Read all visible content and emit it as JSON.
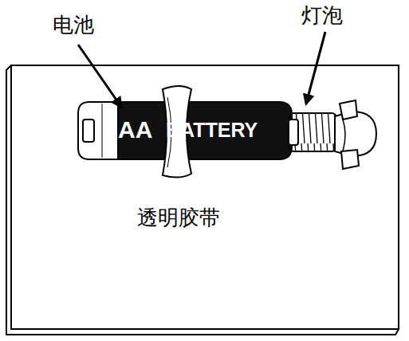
{
  "diagram": {
    "labels": [
      "电池",
      "灯泡",
      "透明胶带",
      "AA",
      "BATTERY"
    ]
  }
}
